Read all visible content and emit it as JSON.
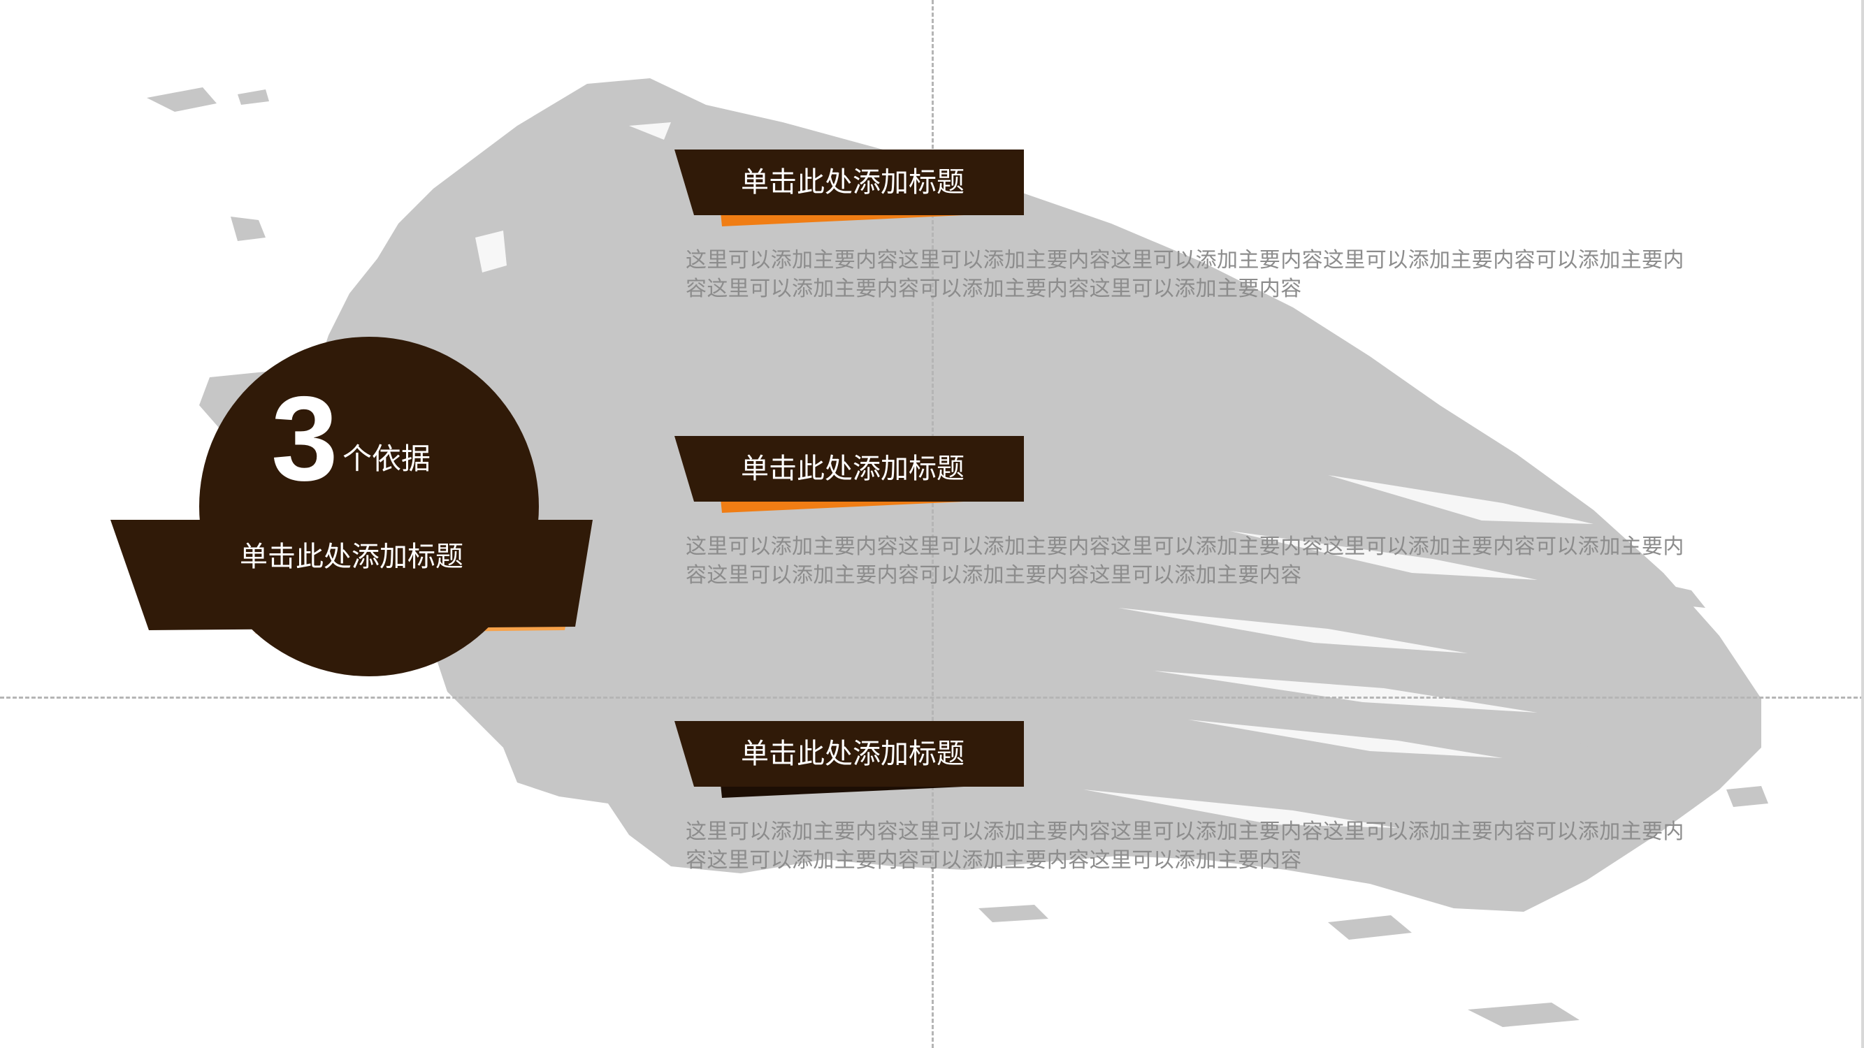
{
  "colors": {
    "dark_brown": "#301a08",
    "orange": "#f07d14",
    "light_orange": "#f7a24a",
    "brush_gray": "#c6c6c6",
    "body_text": "#8c8c8c"
  },
  "badge": {
    "number": "3",
    "unit": "个依据",
    "title": "单击此处添加标题"
  },
  "items": [
    {
      "title": "单击此处添加标题",
      "body": "这里可以添加主要内容这里可以添加主要内容这里可以添加主要内容这里可以添加主要内容可以添加主要内容这里可以添加主要内容可以添加主要内容这里可以添加主要内容",
      "accent": "orange"
    },
    {
      "title": "单击此处添加标题",
      "body": "这里可以添加主要内容这里可以添加主要内容这里可以添加主要内容这里可以添加主要内容可以添加主要内容这里可以添加主要内容可以添加主要内容这里可以添加主要内容",
      "accent": "orange"
    },
    {
      "title": "单击此处添加标题",
      "body": "这里可以添加主要内容这里可以添加主要内容这里可以添加主要内容这里可以添加主要内容可以添加主要内容这里可以添加主要内容可以添加主要内容这里可以添加主要内容",
      "accent": "dark"
    }
  ]
}
